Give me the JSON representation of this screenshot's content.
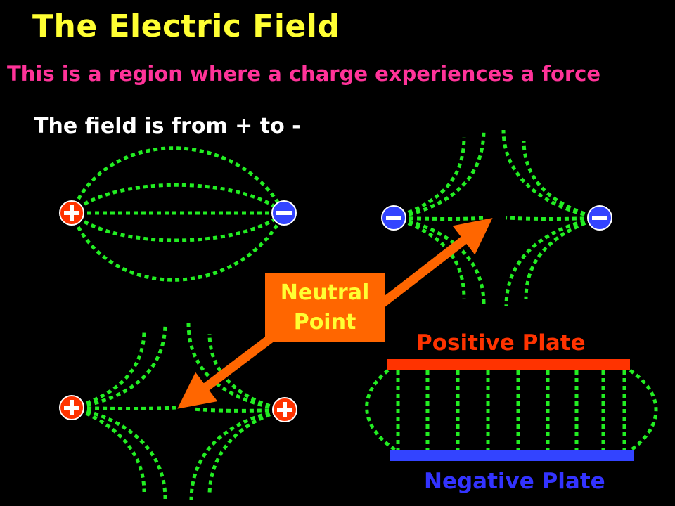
{
  "title": "The Electric Field",
  "subtitle": "This is a region where a charge experiences a force",
  "direction_text": "The field is from + to -",
  "neutral_point": {
    "line1": "Neutral",
    "line2": "Point"
  },
  "plates": {
    "positive_label": "Positive Plate",
    "negative_label": "Negative Plate"
  },
  "colors": {
    "field_line": "#22ee22",
    "positive_charge": "#ff3300",
    "negative_charge": "#3344ff",
    "positive_plate": "#ff3300",
    "negative_plate": "#3344ff",
    "arrow": "#ff6600",
    "title": "#ffff33",
    "subtitle": "#ff3399"
  },
  "charges": [
    {
      "diagram": "dipole",
      "sign": "positive"
    },
    {
      "diagram": "dipole",
      "sign": "negative"
    },
    {
      "diagram": "like-negative",
      "sign": "negative"
    },
    {
      "diagram": "like-negative",
      "sign": "negative"
    },
    {
      "diagram": "like-positive",
      "sign": "positive"
    },
    {
      "diagram": "like-positive",
      "sign": "positive"
    }
  ]
}
